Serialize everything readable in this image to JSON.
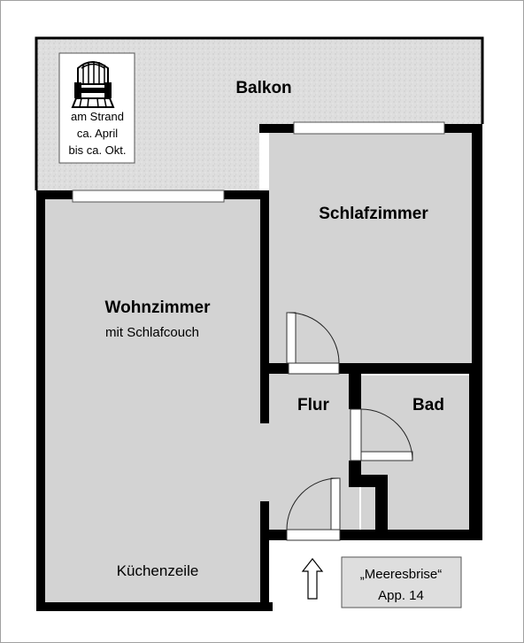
{
  "rooms": {
    "balkon": "Balkon",
    "schlafzimmer": "Schlafzimmer",
    "wohnzimmer": "Wohnzimmer",
    "wohnzimmer_sub": "mit Schlafcouch",
    "flur": "Flur",
    "bad": "Bad",
    "kuechenzeile": "Küchenzeile"
  },
  "beach_note": {
    "icon": "beach-chair-icon",
    "lines": [
      "am Strand",
      "ca. April",
      "bis ca. Okt."
    ]
  },
  "entrance": {
    "icon": "arrow-up-icon",
    "name": "„Meeresbrise“",
    "apartment": "App. 14"
  },
  "colors": {
    "wall": "#000000",
    "room_fill": "#d3d3d3",
    "balcony_fill": "#dcdcdc",
    "window": "#ffffff",
    "frame": "#a0a0a0"
  }
}
